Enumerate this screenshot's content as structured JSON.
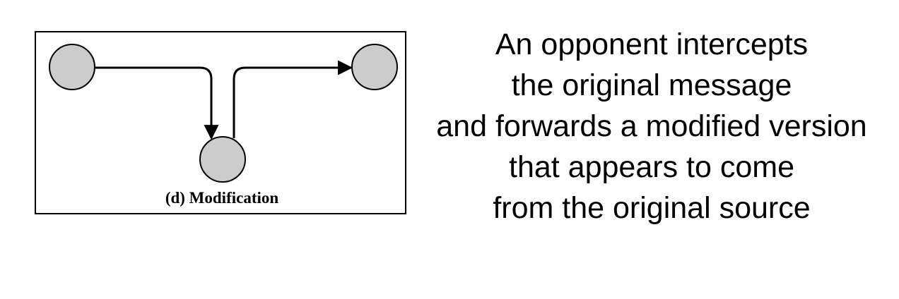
{
  "diagram": {
    "caption": "(d) Modification",
    "node_fill": "#cccccc",
    "stroke_color": "#000000",
    "nodes": [
      {
        "id": "source",
        "label": ""
      },
      {
        "id": "opponent",
        "label": ""
      },
      {
        "id": "destination",
        "label": ""
      }
    ],
    "edges": [
      {
        "from": "source",
        "to": "opponent"
      },
      {
        "from": "opponent",
        "to": "destination"
      }
    ]
  },
  "description": {
    "lines": [
      "An opponent intercepts",
      "the original message",
      "and forwards a modified version",
      "that appears to come",
      "from the original source"
    ]
  }
}
